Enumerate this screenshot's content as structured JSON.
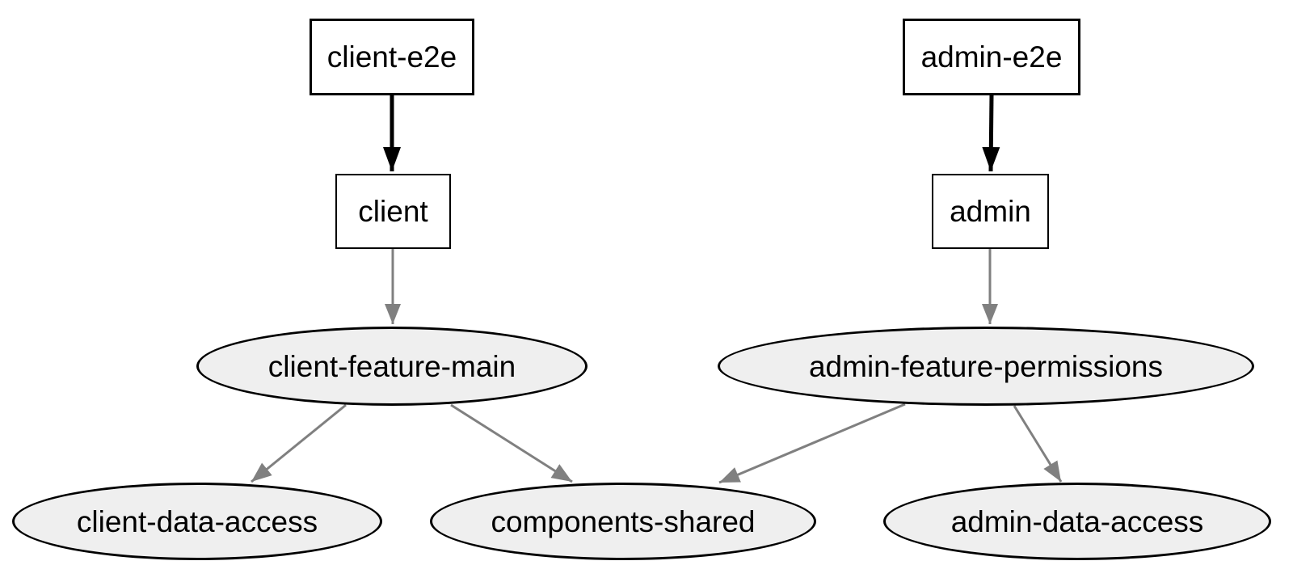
{
  "diagram": {
    "type": "dependency-graph",
    "nodes": [
      {
        "id": "client-e2e",
        "label": "client-e2e",
        "shape": "box",
        "fill": "#ffffff"
      },
      {
        "id": "admin-e2e",
        "label": "admin-e2e",
        "shape": "box",
        "fill": "#ffffff"
      },
      {
        "id": "client",
        "label": "client",
        "shape": "box",
        "fill": "#ffffff"
      },
      {
        "id": "admin",
        "label": "admin",
        "shape": "box",
        "fill": "#ffffff"
      },
      {
        "id": "client-feature-main",
        "label": "client-feature-main",
        "shape": "ellipse",
        "fill": "#efefef"
      },
      {
        "id": "admin-feature-permissions",
        "label": "admin-feature-permissions",
        "shape": "ellipse",
        "fill": "#efefef"
      },
      {
        "id": "client-data-access",
        "label": "client-data-access",
        "shape": "ellipse",
        "fill": "#efefef"
      },
      {
        "id": "components-shared",
        "label": "components-shared",
        "shape": "ellipse",
        "fill": "#efefef"
      },
      {
        "id": "admin-data-access",
        "label": "admin-data-access",
        "shape": "ellipse",
        "fill": "#efefef"
      }
    ],
    "edges": [
      {
        "from": "client-e2e",
        "to": "client",
        "style": "bold",
        "color": "#000000"
      },
      {
        "from": "admin-e2e",
        "to": "admin",
        "style": "bold",
        "color": "#000000"
      },
      {
        "from": "client",
        "to": "client-feature-main",
        "style": "normal",
        "color": "#808080"
      },
      {
        "from": "admin",
        "to": "admin-feature-permissions",
        "style": "normal",
        "color": "#808080"
      },
      {
        "from": "client-feature-main",
        "to": "client-data-access",
        "style": "normal",
        "color": "#808080"
      },
      {
        "from": "client-feature-main",
        "to": "components-shared",
        "style": "normal",
        "color": "#808080"
      },
      {
        "from": "admin-feature-permissions",
        "to": "components-shared",
        "style": "normal",
        "color": "#808080"
      },
      {
        "from": "admin-feature-permissions",
        "to": "admin-data-access",
        "style": "normal",
        "color": "#808080"
      }
    ],
    "colors": {
      "background": "#ffffff",
      "box_fill": "#ffffff",
      "ellipse_fill": "#efefef",
      "node_border": "#000000",
      "edge_bold": "#000000",
      "edge_normal": "#808080",
      "text": "#000000"
    }
  }
}
